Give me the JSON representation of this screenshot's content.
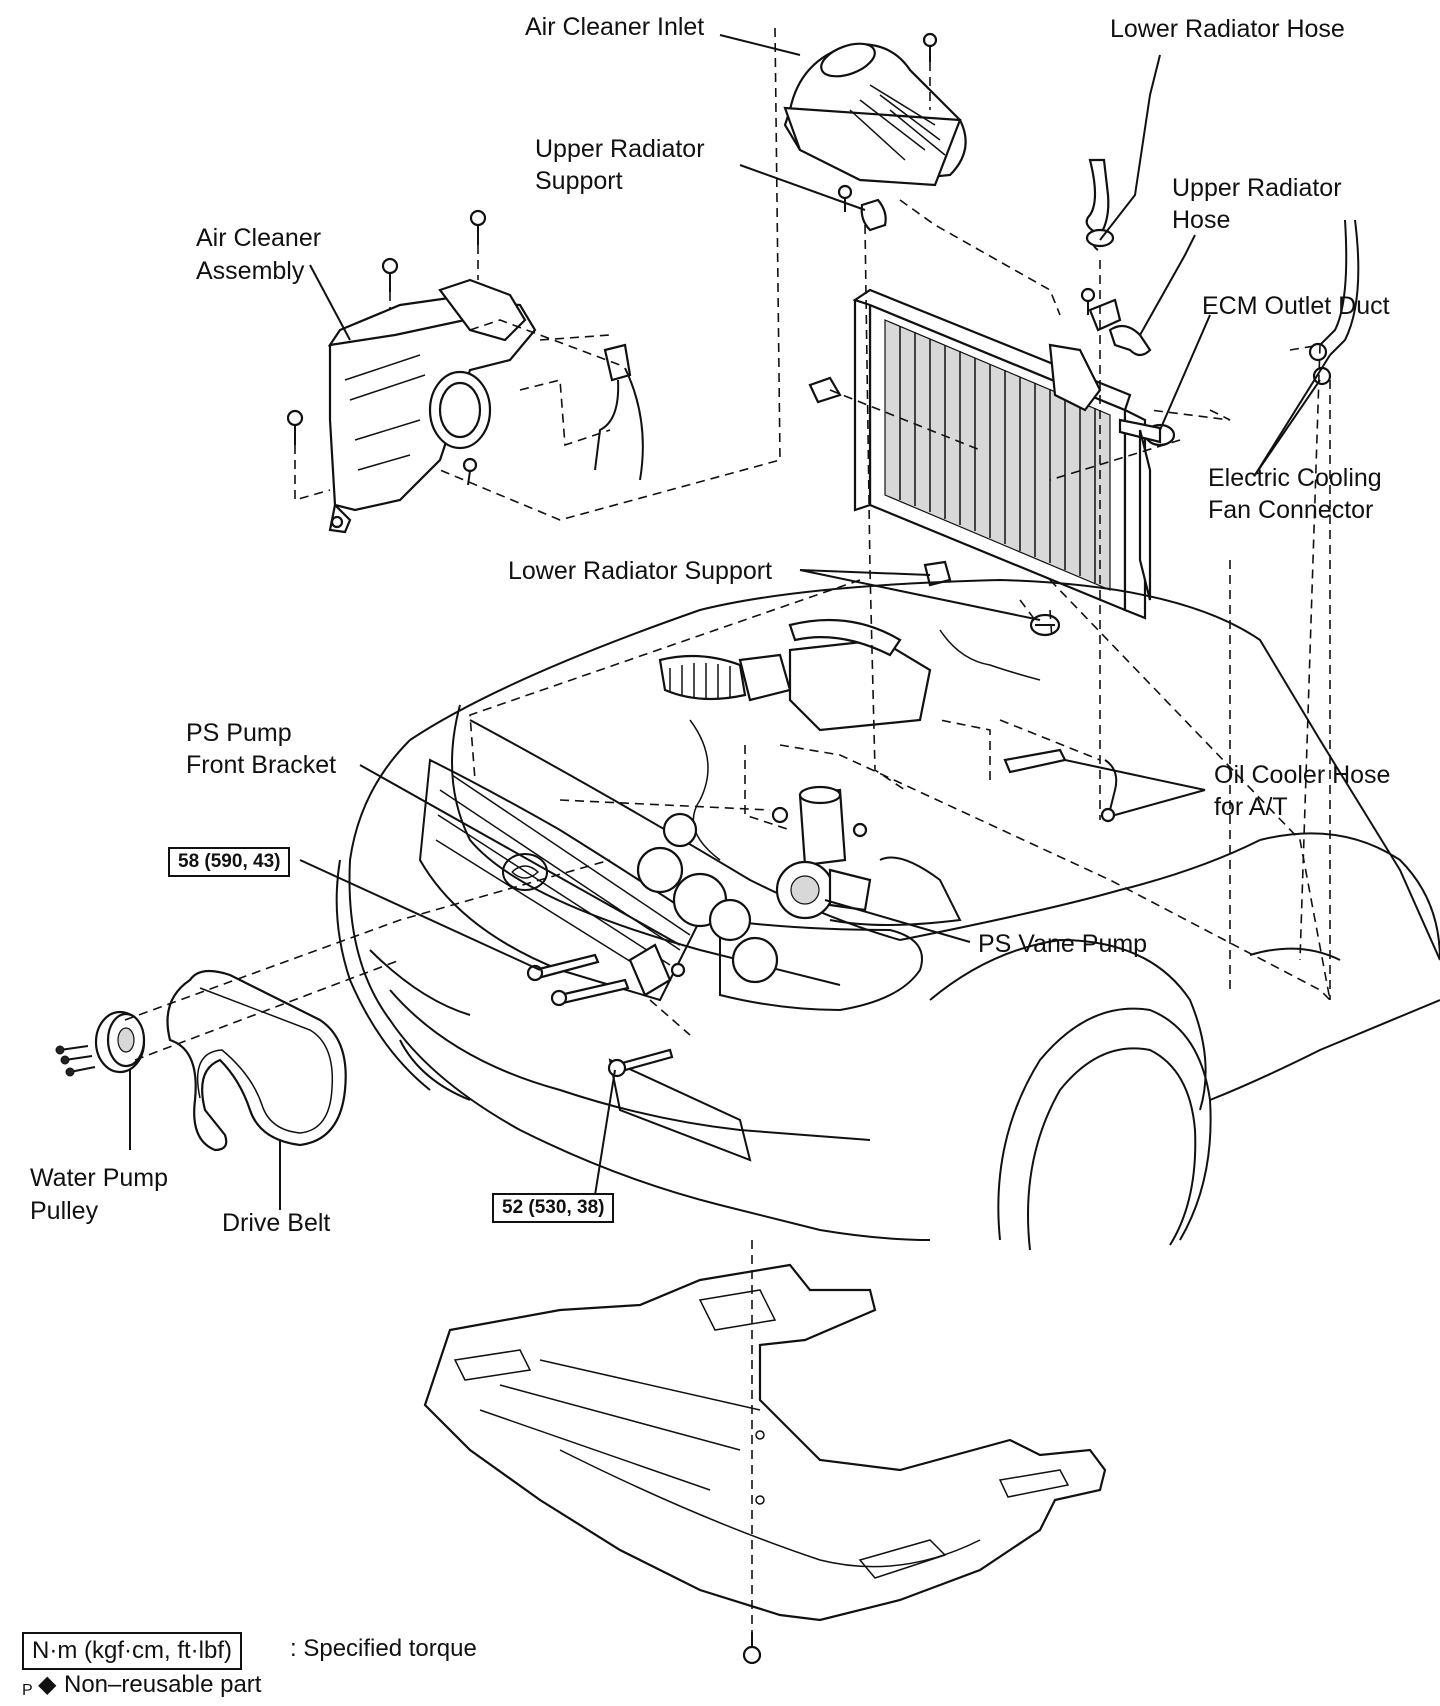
{
  "labels": {
    "air_cleaner_inlet": "Air Cleaner Inlet",
    "lower_radiator_hose": "Lower Radiator Hose",
    "upper_radiator_support_1": "Upper Radiator",
    "upper_radiator_support_2": "Support",
    "upper_radiator_hose_1": "Upper Radiator",
    "upper_radiator_hose_2": "Hose",
    "air_cleaner_assembly_1": "Air Cleaner",
    "air_cleaner_assembly_2": "Assembly",
    "ecm_outlet_duct": "ECM Outlet Duct",
    "electric_cooling_fan_connector_1": "Electric Cooling",
    "electric_cooling_fan_connector_2": "Fan Connector",
    "lower_radiator_support": "Lower Radiator Support",
    "ps_pump_front_bracket_1": "PS Pump",
    "ps_pump_front_bracket_2": "Front Bracket",
    "oil_cooler_hose_1": "Oil Cooler Hose",
    "oil_cooler_hose_2": "for A/T",
    "ps_vane_pump": "PS Vane Pump",
    "water_pump_pulley_1": "Water Pump",
    "water_pump_pulley_2": "Pulley",
    "drive_belt": "Drive Belt"
  },
  "torques": {
    "bracket_bolt": "58 (590, 43)",
    "lower_bolt": "52 (530, 38)"
  },
  "legend": {
    "torque_unit": "N·m (kgf·cm, ft·lbf)",
    "torque_desc": ": Specified torque",
    "non_reusable_symbol": "◆",
    "non_reusable_desc": "Non–reusable part",
    "corner_mark": "P"
  }
}
